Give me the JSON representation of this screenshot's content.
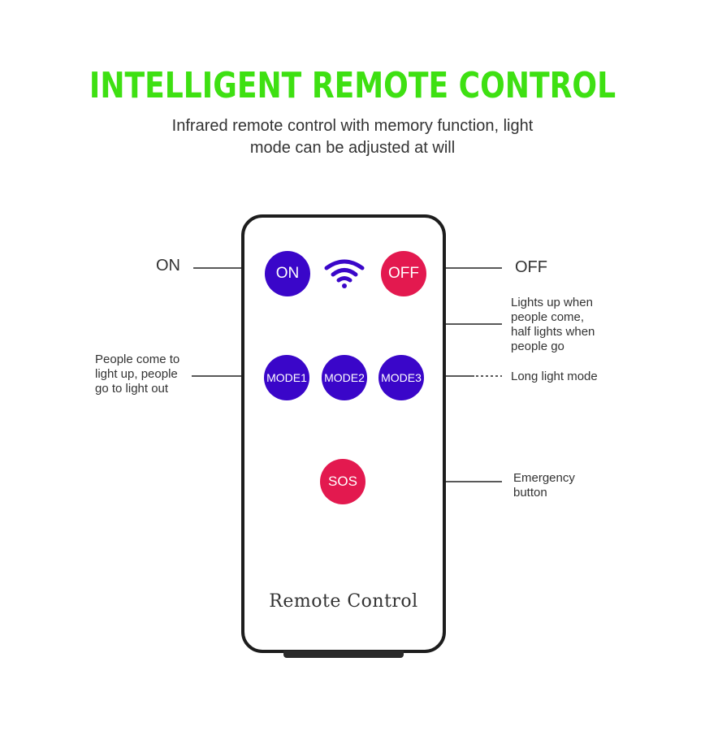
{
  "header": {
    "title": "INTELLIGENT REMOTE CONTROL",
    "title_color": "#3ee012",
    "subtitle_line1": "Infrared remote control with memory function, light",
    "subtitle_line2": "mode can be adjusted at will"
  },
  "remote": {
    "brand": "Remote Control",
    "signal_icon": "wifi-signal-icon",
    "buttons": {
      "on": {
        "label": "ON",
        "color": "#3a06c9"
      },
      "off": {
        "label": "OFF",
        "color": "#e3194f"
      },
      "mode1": {
        "label": "MODE1",
        "color": "#3a06c9"
      },
      "mode2": {
        "label": "MODE2",
        "color": "#3a06c9"
      },
      "mode3": {
        "label": "MODE3",
        "color": "#3a06c9"
      },
      "sos": {
        "label": "SOS",
        "color": "#e3194f"
      }
    }
  },
  "callouts": {
    "on": "ON",
    "off": "OFF",
    "mode1": [
      "People come to",
      "light up, people",
      "go to light out"
    ],
    "mode2": [
      "Lights up when",
      "people come,",
      "half lights when",
      "people go"
    ],
    "mode3": "Long light mode",
    "sos": [
      "Emergency",
      "button"
    ]
  }
}
